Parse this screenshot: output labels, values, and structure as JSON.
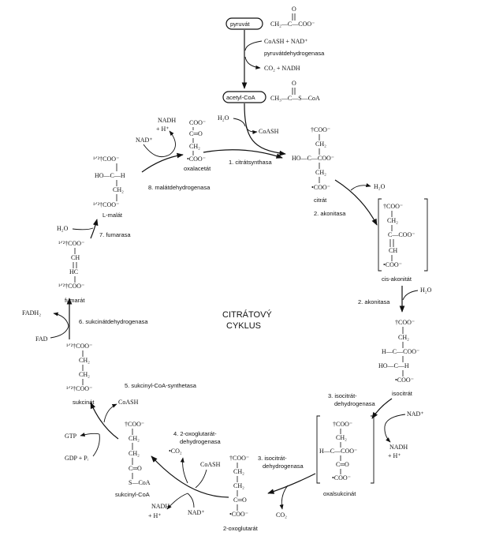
{
  "title": [
    "CITRÁTOVÝ",
    "CYKLUS"
  ],
  "pyruvat": {
    "name": "pyruvát",
    "formula": "CH₂—C—COO⁻",
    "o": "O",
    "coash_nad": "CoASH + NAD⁺",
    "enzyme": "pyruvátdehydrogenasa",
    "co2_nadh": "CO₂ + NADH"
  },
  "acetyl": {
    "name": "acetyl-CoA",
    "formula": "CH₃—C—S—CoA",
    "o": "O"
  },
  "oxalacetat": {
    "lines": [
      "COO⁻",
      "C═O",
      "CH₂",
      "•COO⁻"
    ],
    "name": "oxalacetát"
  },
  "citrat": {
    "lines": [
      "†COO⁻",
      "CH₂",
      "HO—C—COO⁻",
      "CH₂",
      "•COO⁻"
    ],
    "name": "citrát"
  },
  "cis_akonitat": {
    "lines": [
      "†COO⁻",
      "CH₂",
      "C—COO⁻",
      "CH",
      "•COO⁻"
    ],
    "name": "cis-akonitát"
  },
  "isocitrat": {
    "lines": [
      "†COO⁻",
      "CH₂",
      "H—C—COO⁻",
      "HO—C—H",
      "•COO⁻"
    ],
    "name": "isocitrát"
  },
  "oxalsukcinat": {
    "lines": [
      "†COO⁻",
      "CH₂",
      "H—C—COO⁻",
      "C═O",
      "•COO⁻"
    ],
    "name": "oxalsukcinát"
  },
  "oxoglutarat": {
    "lines": [
      "†COO⁻",
      "CH₂",
      "CH₂",
      "C═O",
      "•COO⁻"
    ],
    "name": "2-oxoglutarát"
  },
  "sukcinylcoa": {
    "lines": [
      "†COO⁻",
      "CH₂",
      "CH₂",
      "C═O",
      "S—CoA"
    ],
    "name": "sukcinyl-CoA"
  },
  "sukcinat": {
    "lines": [
      "¹ᐟ²†COO⁻",
      "CH₂",
      "CH₂",
      "¹ᐟ²†COO⁻"
    ],
    "name": "sukcinát"
  },
  "fumarat": {
    "lines": [
      "¹ᐟ²†COO⁻",
      "CH",
      "HC",
      "¹ᐟ²†COO⁻"
    ],
    "name": "fumarát"
  },
  "malat": {
    "lines": [
      "¹ᐟ²†COO⁻",
      "HO—C—H",
      "CH₂",
      "¹ᐟ²†COO⁻"
    ],
    "name": "L-malát"
  },
  "enzymes": {
    "e1": "1. citrátsynthasa",
    "e2a": "2. akonitasa",
    "e2b": "2. akonitasa",
    "e3a1": "3. isocitrát-",
    "e3a2": "dehydrogenasa",
    "e3b1": "3. isocitrát-",
    "e3b2": "dehydrogenasa",
    "e41": "4. 2-oxoglutarát-",
    "e42": "dehydrogenasa",
    "e5": "5. sukcinyl-CoA-synthetasa",
    "e6": "6. sukcinátdehydrogenasa",
    "e7": "7. fumarasa",
    "e8": "8. malátdehydrogenasa"
  },
  "cofactors": {
    "h2o_1": "H₂O",
    "coash_1": "CoASH",
    "h2o_2": "H₂O",
    "h2o_3": "H₂O",
    "nad_3": "NAD⁺",
    "nadh_3": "NADH",
    "h_3": "+ H⁺",
    "co2_3": "CO₂",
    "co2_4": "•CO₂",
    "coash_4": "CoASH",
    "nad_4": "NAD⁺",
    "nadh_4": "NADH",
    "h_4": "+ H⁺",
    "coash_5": "CoASH",
    "gtp": "GTP",
    "gdp": "GDP + Pᵢ",
    "fadh2": "FADH₂",
    "fad": "FAD",
    "h2o_7": "H₂O",
    "nadh_8": "NADH",
    "h_8": "+ H⁺",
    "nad_8": "NAD⁺"
  }
}
